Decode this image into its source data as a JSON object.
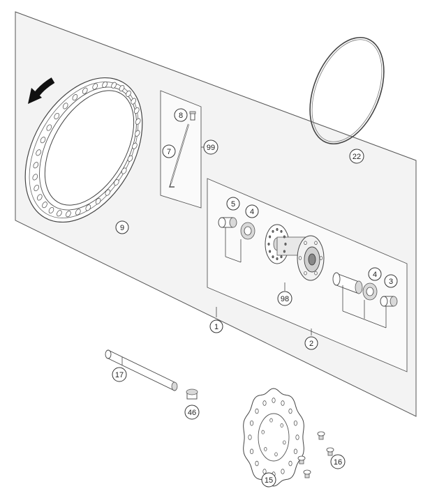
{
  "callouts": {
    "c1": "1",
    "c2": "2",
    "c3": "3",
    "c4a": "4",
    "c4b": "4",
    "c5": "5",
    "c7": "7",
    "c8": "8",
    "c9": "9",
    "c15": "15",
    "c16": "16",
    "c17": "17",
    "c22": "22",
    "c46": "46",
    "c98": "98",
    "c99": "99"
  },
  "icons": {
    "direction": "rotation-direction-arrow-icon"
  }
}
